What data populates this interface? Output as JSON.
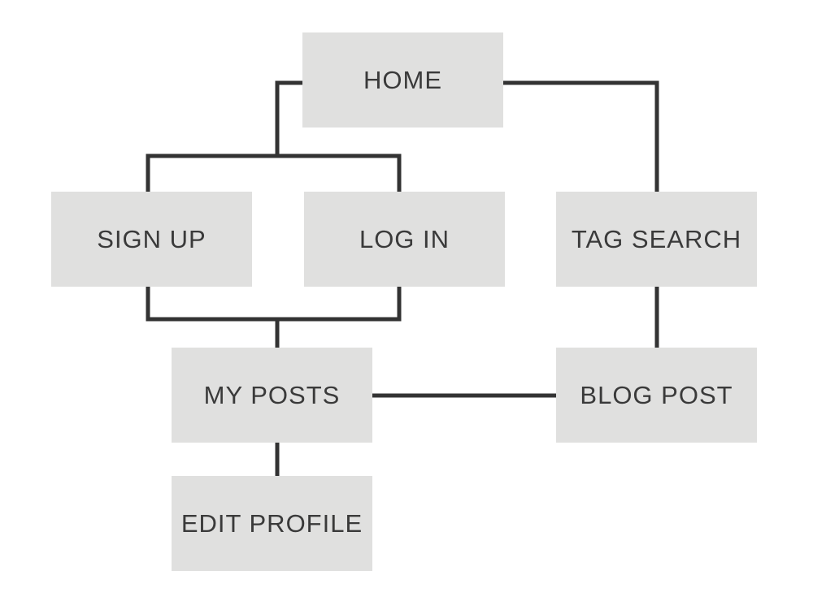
{
  "sitemap": {
    "nodes": {
      "home": "HOME",
      "sign_up": "SIGN UP",
      "log_in": "LOG IN",
      "tag_search": "TAG SEARCH",
      "my_posts": "MY POSTS",
      "blog_post": "BLOG POST",
      "edit_profile": "EDIT PROFILE"
    },
    "links": [
      {
        "from": "HOME",
        "to": "SIGN UP"
      },
      {
        "from": "HOME",
        "to": "LOG IN"
      },
      {
        "from": "HOME",
        "to": "TAG SEARCH"
      },
      {
        "from": "SIGN UP",
        "to": "MY POSTS"
      },
      {
        "from": "LOG IN",
        "to": "MY POSTS"
      },
      {
        "from": "TAG SEARCH",
        "to": "BLOG POST"
      },
      {
        "from": "MY POSTS",
        "to": "BLOG POST"
      },
      {
        "from": "MY POSTS",
        "to": "EDIT PROFILE"
      }
    ],
    "colors": {
      "box_fill": "#e0e0df",
      "connector": "#333333",
      "text": "#3a3a3a",
      "background": "#ffffff"
    }
  }
}
